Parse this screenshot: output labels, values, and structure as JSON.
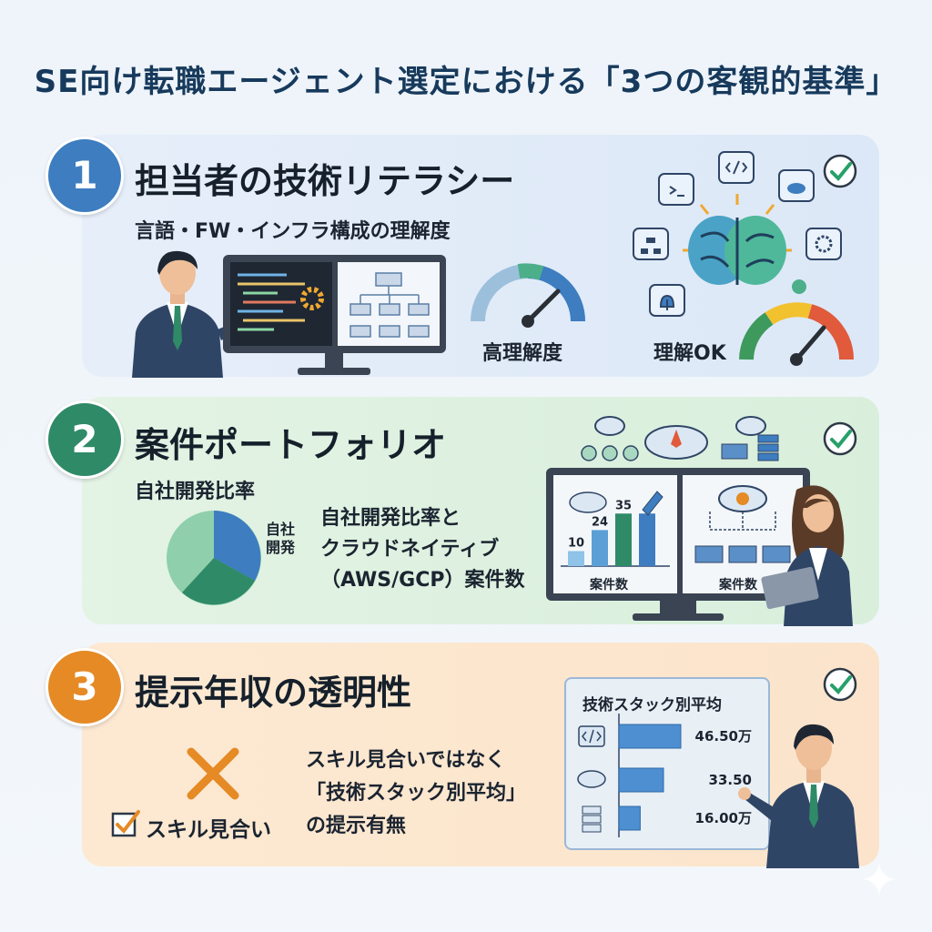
{
  "title": "SE向け転職エージェント選定における「3つの客観的基準」",
  "criteria": [
    {
      "number": "1",
      "heading": "担当者の技術リテラシー",
      "subtitle": "言語・FW・インフラ構成の理解度",
      "gauge_label": "高理解度",
      "ok_label": "理解OK",
      "color": "#3d7dc0"
    },
    {
      "number": "2",
      "heading": "案件ポートフォリオ",
      "subtitle": "自社開発比率",
      "pie_label": "自社\n開発",
      "description": [
        "自社開発比率と",
        "クラウドネイティブ",
        "（AWS/GCP）案件数"
      ],
      "color": "#2f8a67"
    },
    {
      "number": "3",
      "heading": "提示年収の透明性",
      "cross_label": "スキル見合い",
      "description": [
        "スキル見合いではなく",
        "「技術スタック別平均」",
        "の提示有無"
      ],
      "color": "#e58a25"
    }
  ],
  "chart_data": [
    {
      "type": "bar",
      "categories": [
        "",
        "",
        "",
        ""
      ],
      "values": [
        10,
        24,
        35,
        35
      ],
      "data_labels": [
        "10",
        "24",
        "35",
        ""
      ],
      "xlabel": "案件数",
      "ylim": [
        0,
        40
      ]
    },
    {
      "type": "bar",
      "orientation": "horizontal",
      "title": "技術スタック別平均",
      "categories": [
        "code",
        "cloud",
        "server"
      ],
      "values": [
        46.5,
        33.5,
        16.0
      ],
      "data_labels": [
        "46.50万",
        "33.50",
        "16.00万"
      ]
    }
  ],
  "panel2_screen2_label": "案件数",
  "colors": {
    "blue": "#3d7dc0",
    "green": "#2f8a67",
    "orange": "#e58a25",
    "navy": "#173a5c"
  }
}
